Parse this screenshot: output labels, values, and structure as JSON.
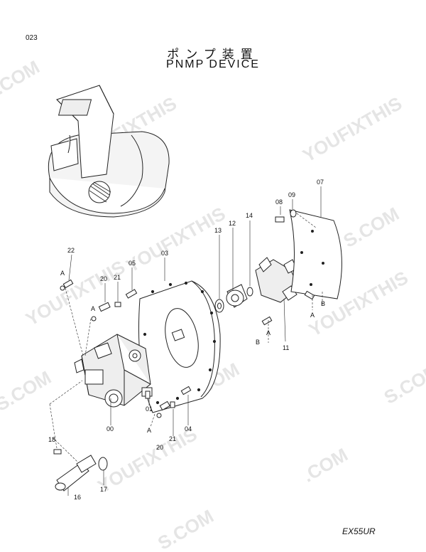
{
  "page_number": "023",
  "title_jp": "ポンプ装置",
  "title_en": "PNMP DEVICE",
  "model": "EX55UR",
  "watermarks": [
    "YOUFIXTHIS",
    ".COM",
    "YOUFIXTHIS",
    "YOUFIXTHIS",
    "S.COM",
    "YOUFIXTHIS",
    "S.COM",
    ".COM",
    "S.COM",
    "YOUFIXTHIS",
    "YOUFIXTHIS",
    ".COM",
    "S.COM"
  ],
  "callouts": {
    "p00": "00",
    "p01": "01",
    "p03": "03",
    "p04": "04",
    "p05": "05",
    "p07": "07",
    "p08": "08",
    "p09": "09",
    "p11": "11",
    "p12": "12",
    "p13": "13",
    "p14": "14",
    "p16": "16",
    "p17": "17",
    "p18": "18",
    "p20a": "20",
    "p20b": "20",
    "p21a": "21",
    "p21b": "21",
    "p22": "22"
  },
  "refs": {
    "a": "A",
    "b": "B"
  }
}
